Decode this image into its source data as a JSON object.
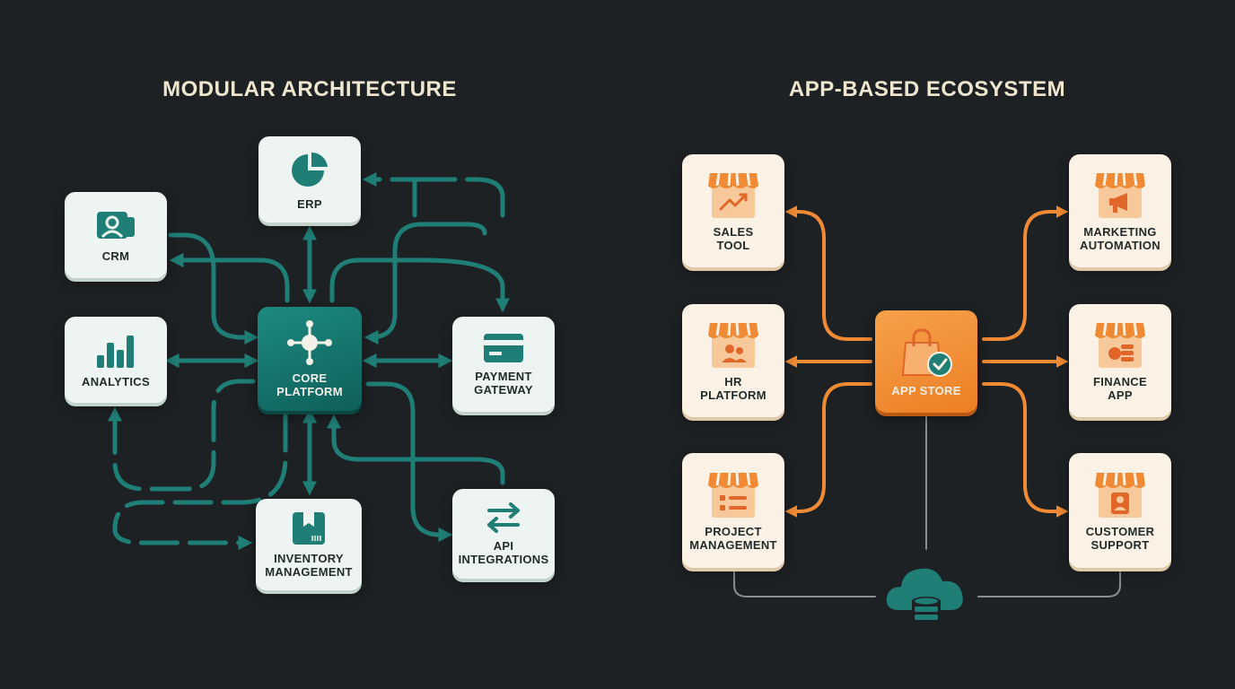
{
  "left": {
    "title": "MODULAR ARCHITECTURE",
    "core": {
      "label": "CORE\nPLATFORM",
      "icon": "hub-icon"
    },
    "modules": {
      "erp": {
        "label": "ERP",
        "icon": "pie-chart-icon"
      },
      "crm": {
        "label": "CRM",
        "icon": "contact-card-icon"
      },
      "analytics": {
        "label": "ANALYTICS",
        "icon": "bar-chart-icon"
      },
      "payment": {
        "label": "PAYMENT\nGATEWAY",
        "icon": "credit-card-icon"
      },
      "inventory": {
        "label": "INVENTORY\nMANAGEMENT",
        "icon": "box-icon"
      },
      "api": {
        "label": "API\nINTEGRATIONS",
        "icon": "swap-arrows-icon"
      }
    }
  },
  "right": {
    "title": "APP-BASED ECOSYSTEM",
    "store": {
      "label": "APP STORE",
      "icon": "shopping-bag-check-icon"
    },
    "apps": {
      "sales": {
        "label": "SALES\nTOOL",
        "icon": "storefront-trend-icon"
      },
      "hr": {
        "label": "HR\nPLATFORM",
        "icon": "storefront-people-icon"
      },
      "project": {
        "label": "PROJECT\nMANAGEMENT",
        "icon": "storefront-list-icon"
      },
      "marketing": {
        "label": "MARKETING\nAUTOMATION",
        "icon": "storefront-megaphone-icon"
      },
      "finance": {
        "label": "FINANCE\nAPP",
        "icon": "storefront-coins-icon"
      },
      "support": {
        "label": "CUSTOMER\nSUPPORT",
        "icon": "storefront-person-icon"
      }
    },
    "cloud": {
      "icon": "cloud-database-icon"
    }
  },
  "colors": {
    "background": "#1e2124",
    "teal": "#1f7f77",
    "orange": "#f08a35",
    "title": "#efe6cf",
    "grey_line": "#8a8f94"
  }
}
